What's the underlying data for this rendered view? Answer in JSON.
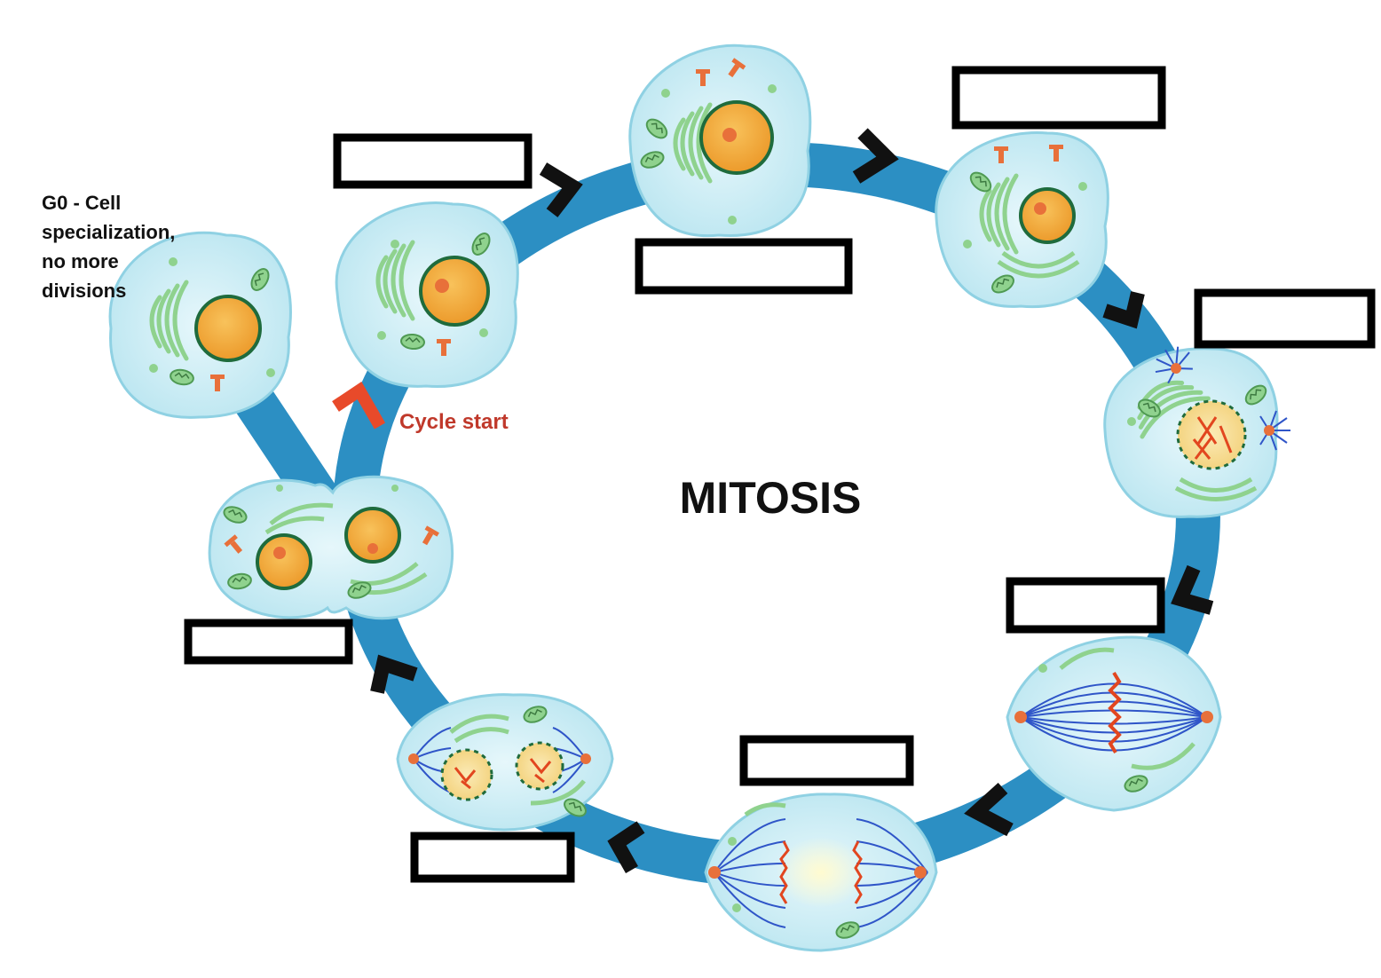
{
  "title": "MITOSIS",
  "g0_label": [
    "G0 - Cell",
    "specialization,",
    "no more",
    "divisions"
  ],
  "cycle_start_label": "Cycle start",
  "colors": {
    "ring": "#2c8fc3",
    "cytoplasm": "#cfeef5",
    "cell_outline": "#8fd1e3",
    "nucleus": "#f3a937",
    "nucleus_outline": "#1f6b3c",
    "organelle_green": "#8fd28e",
    "centrosome": "#e8703a",
    "spindle": "#2f55c8",
    "chromosome": "#e2461f",
    "cycle_start_arrow": "#e84a2a",
    "cycle_start_text": "#c0392b"
  },
  "blank_labels": [
    {
      "id": "label-box-g1",
      "text": ""
    },
    {
      "id": "label-box-s",
      "text": ""
    },
    {
      "id": "label-box-g2",
      "text": ""
    },
    {
      "id": "label-box-top-right",
      "text": ""
    },
    {
      "id": "label-box-prophase",
      "text": ""
    },
    {
      "id": "label-box-metaphase",
      "text": ""
    },
    {
      "id": "label-box-anaphase",
      "text": ""
    },
    {
      "id": "label-box-telophase",
      "text": ""
    },
    {
      "id": "label-box-cytokinesis",
      "text": ""
    }
  ]
}
